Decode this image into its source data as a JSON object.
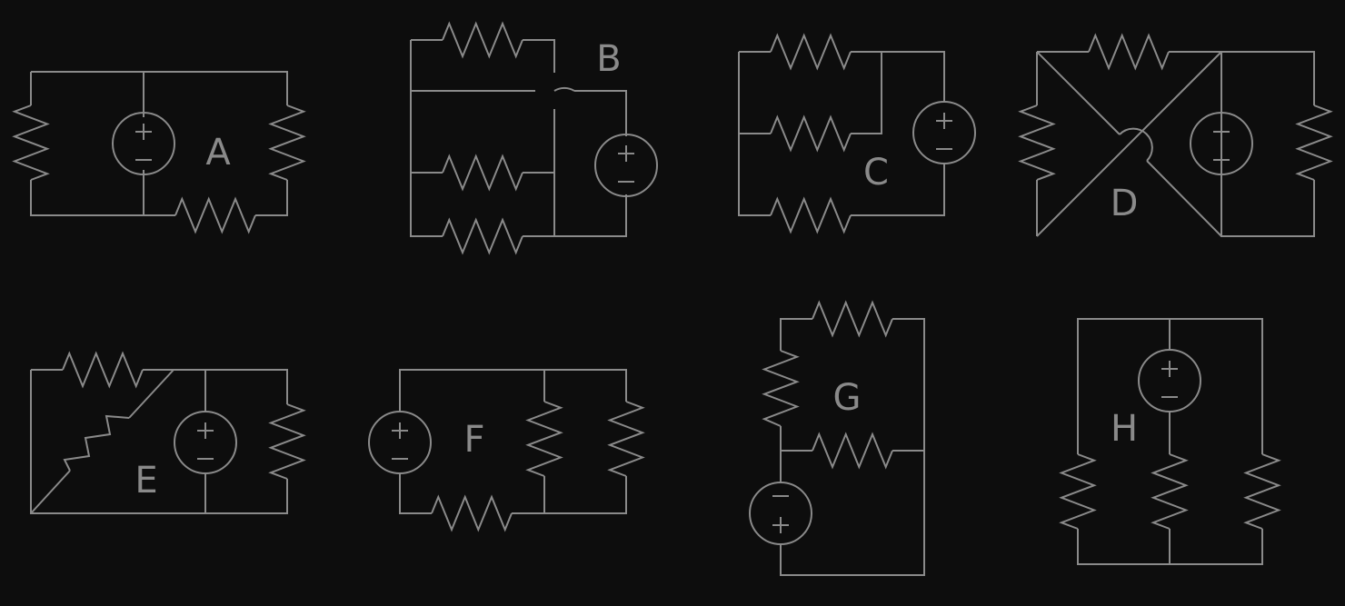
{
  "colors": {
    "background": "#0d0d0d",
    "stroke": "#8a8a8a"
  },
  "circuits": [
    {
      "id": "A",
      "label": "A"
    },
    {
      "id": "B",
      "label": "B"
    },
    {
      "id": "C",
      "label": "C"
    },
    {
      "id": "D",
      "label": "D"
    },
    {
      "id": "E",
      "label": "E"
    },
    {
      "id": "F",
      "label": "F"
    },
    {
      "id": "G",
      "label": "G"
    },
    {
      "id": "H",
      "label": "H"
    }
  ],
  "source_symbols": {
    "plus": "+",
    "minus": "−"
  }
}
